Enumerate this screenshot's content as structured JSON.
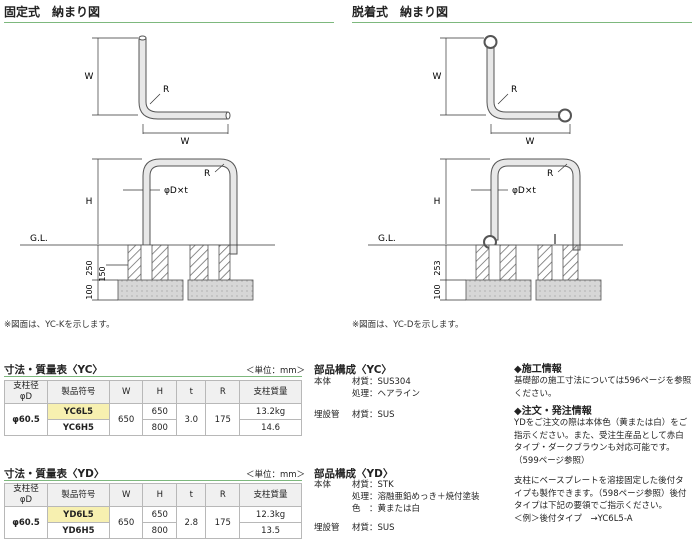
{
  "left_title": "固定式　納まり図",
  "right_title": "脱着式　納まり図",
  "dim": {
    "W": "W",
    "R": "R",
    "H": "H",
    "phiDt": "φD×t",
    "GL": "G.L.",
    "d250": "250",
    "d150": "150",
    "d100": "100",
    "d253": "253"
  },
  "left_note": "※図面は、YC-Kを示します。",
  "right_note": "※図面は、YC-Dを示します。",
  "table_yc": {
    "title": "寸法・質量表〈YC〉",
    "unit": "＜単位：mm＞",
    "headers": [
      "支柱径\nφD",
      "製品符号",
      "W",
      "H",
      "t",
      "R",
      "支柱質量"
    ],
    "dia": "φ60.5",
    "codes": [
      "YC6L5",
      "YC6H5"
    ],
    "W": "650",
    "H": [
      "650",
      "800"
    ],
    "t": "3.0",
    "R": "175",
    "mass": [
      "13.2kg",
      "14.6"
    ]
  },
  "table_yd": {
    "title": "寸法・質量表〈YD〉",
    "unit": "＜単位：mm＞",
    "headers": [
      "支柱径\nφD",
      "製品符号",
      "W",
      "H",
      "t",
      "R",
      "支柱質量"
    ],
    "dia": "φ60.5",
    "codes": [
      "YD6L5",
      "YD6H5"
    ],
    "W": "650",
    "H": [
      "650",
      "800"
    ],
    "t": "2.8",
    "R": "175",
    "mass": [
      "12.3kg",
      "13.5"
    ]
  },
  "comp_yc": {
    "title": "部品構成〈YC〉",
    "rows": [
      [
        "本体",
        "材質：SUS304"
      ],
      [
        "",
        "処理：ヘアライン"
      ],
      [
        "埋設管",
        "材質：SUS"
      ]
    ]
  },
  "comp_yd": {
    "title": "部品構成〈YD〉",
    "rows": [
      [
        "本体",
        "材質：STK"
      ],
      [
        "",
        "処理：溶融亜鉛めっき＋焼付塗装"
      ],
      [
        "",
        "色　：黄または白"
      ],
      [
        "埋設管",
        "材質：SUS"
      ]
    ]
  },
  "info": {
    "construction_title": "◆施工情報",
    "construction_text": "基礎部の施工寸法については596ページを参照ください。",
    "order_title": "◆注文・発注情報",
    "order_text": "YDをご注文の際は本体色（黄または白）をご指示ください。また、受注生産品として赤白タイプ・ダークブラウンも対応可能です。（599ページ参照）",
    "base_text": "支柱にベースプレートを溶接固定した後付タイプも製作できます。（598ページ参照）後付タイプは下記の要領でご指示ください。",
    "example": "＜例＞後付タイプ　→YC6L5-A"
  }
}
